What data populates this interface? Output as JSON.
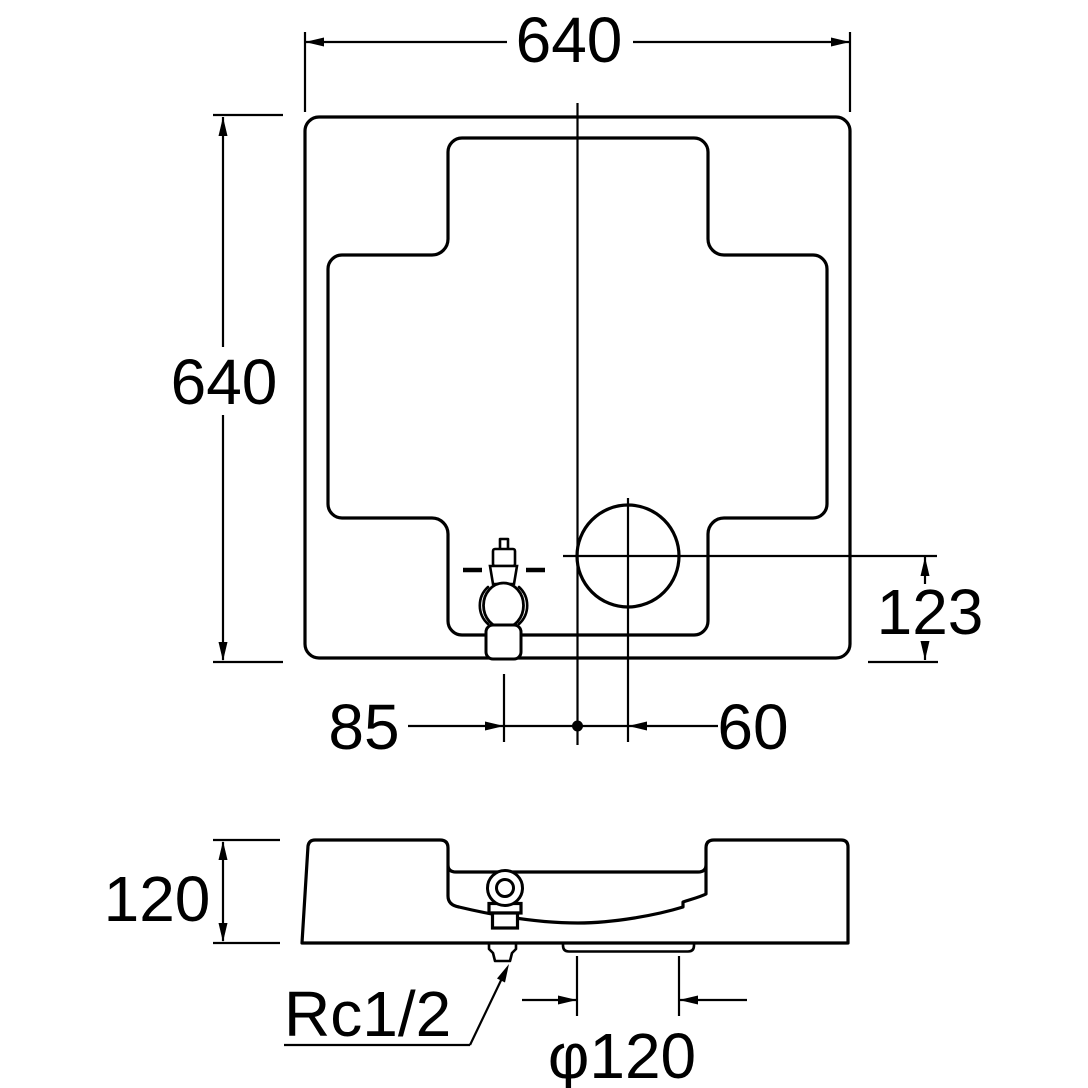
{
  "colors": {
    "background": "#ffffff",
    "line": "#000000"
  },
  "plan_view": {
    "dims": {
      "width": "640",
      "height": "640",
      "drain_to_edge": "123",
      "faucet_to_center": "85",
      "center_to_drain": "60"
    }
  },
  "side_view": {
    "dims": {
      "height": "120",
      "tap_thread": "Rc1/2",
      "drain_diameter": "φ120"
    }
  }
}
